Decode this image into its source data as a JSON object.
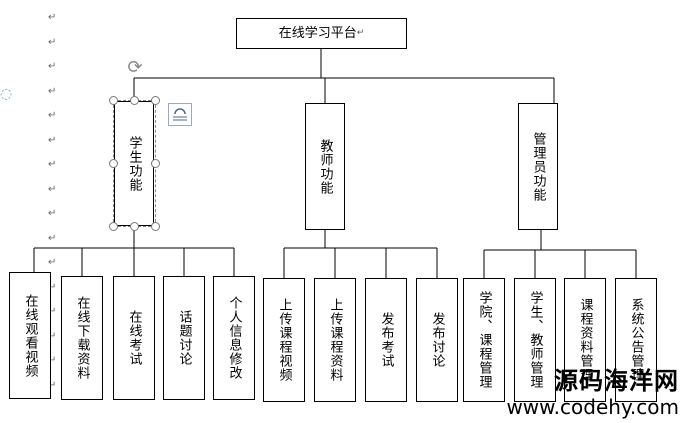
{
  "diagram": {
    "root": {
      "label": "在线学习平台"
    },
    "roles": [
      {
        "id": "student",
        "label": "学生功能",
        "children": [
          "在线观看视频",
          "在线下载资料",
          "在线考试",
          "话题讨论",
          "个人信息修改"
        ]
      },
      {
        "id": "teacher",
        "label": "教师功能",
        "children": [
          "上传课程视频",
          "上传课程资料",
          "发布考试",
          "发布讨论"
        ]
      },
      {
        "id": "admin",
        "label": "管理员功能",
        "children": [
          "学院、课程管理",
          "学生、教师管理",
          "课程资料管理",
          "系统公告管理"
        ]
      }
    ],
    "paragraph_mark": "↵"
  },
  "editor": {
    "rotate_handle_glyph": "⟳",
    "layout_options_icon": "layout-options-icon",
    "margin_glyph": "◌"
  },
  "watermark": {
    "title": "源码海洋网",
    "url": "www.codehy.com"
  }
}
